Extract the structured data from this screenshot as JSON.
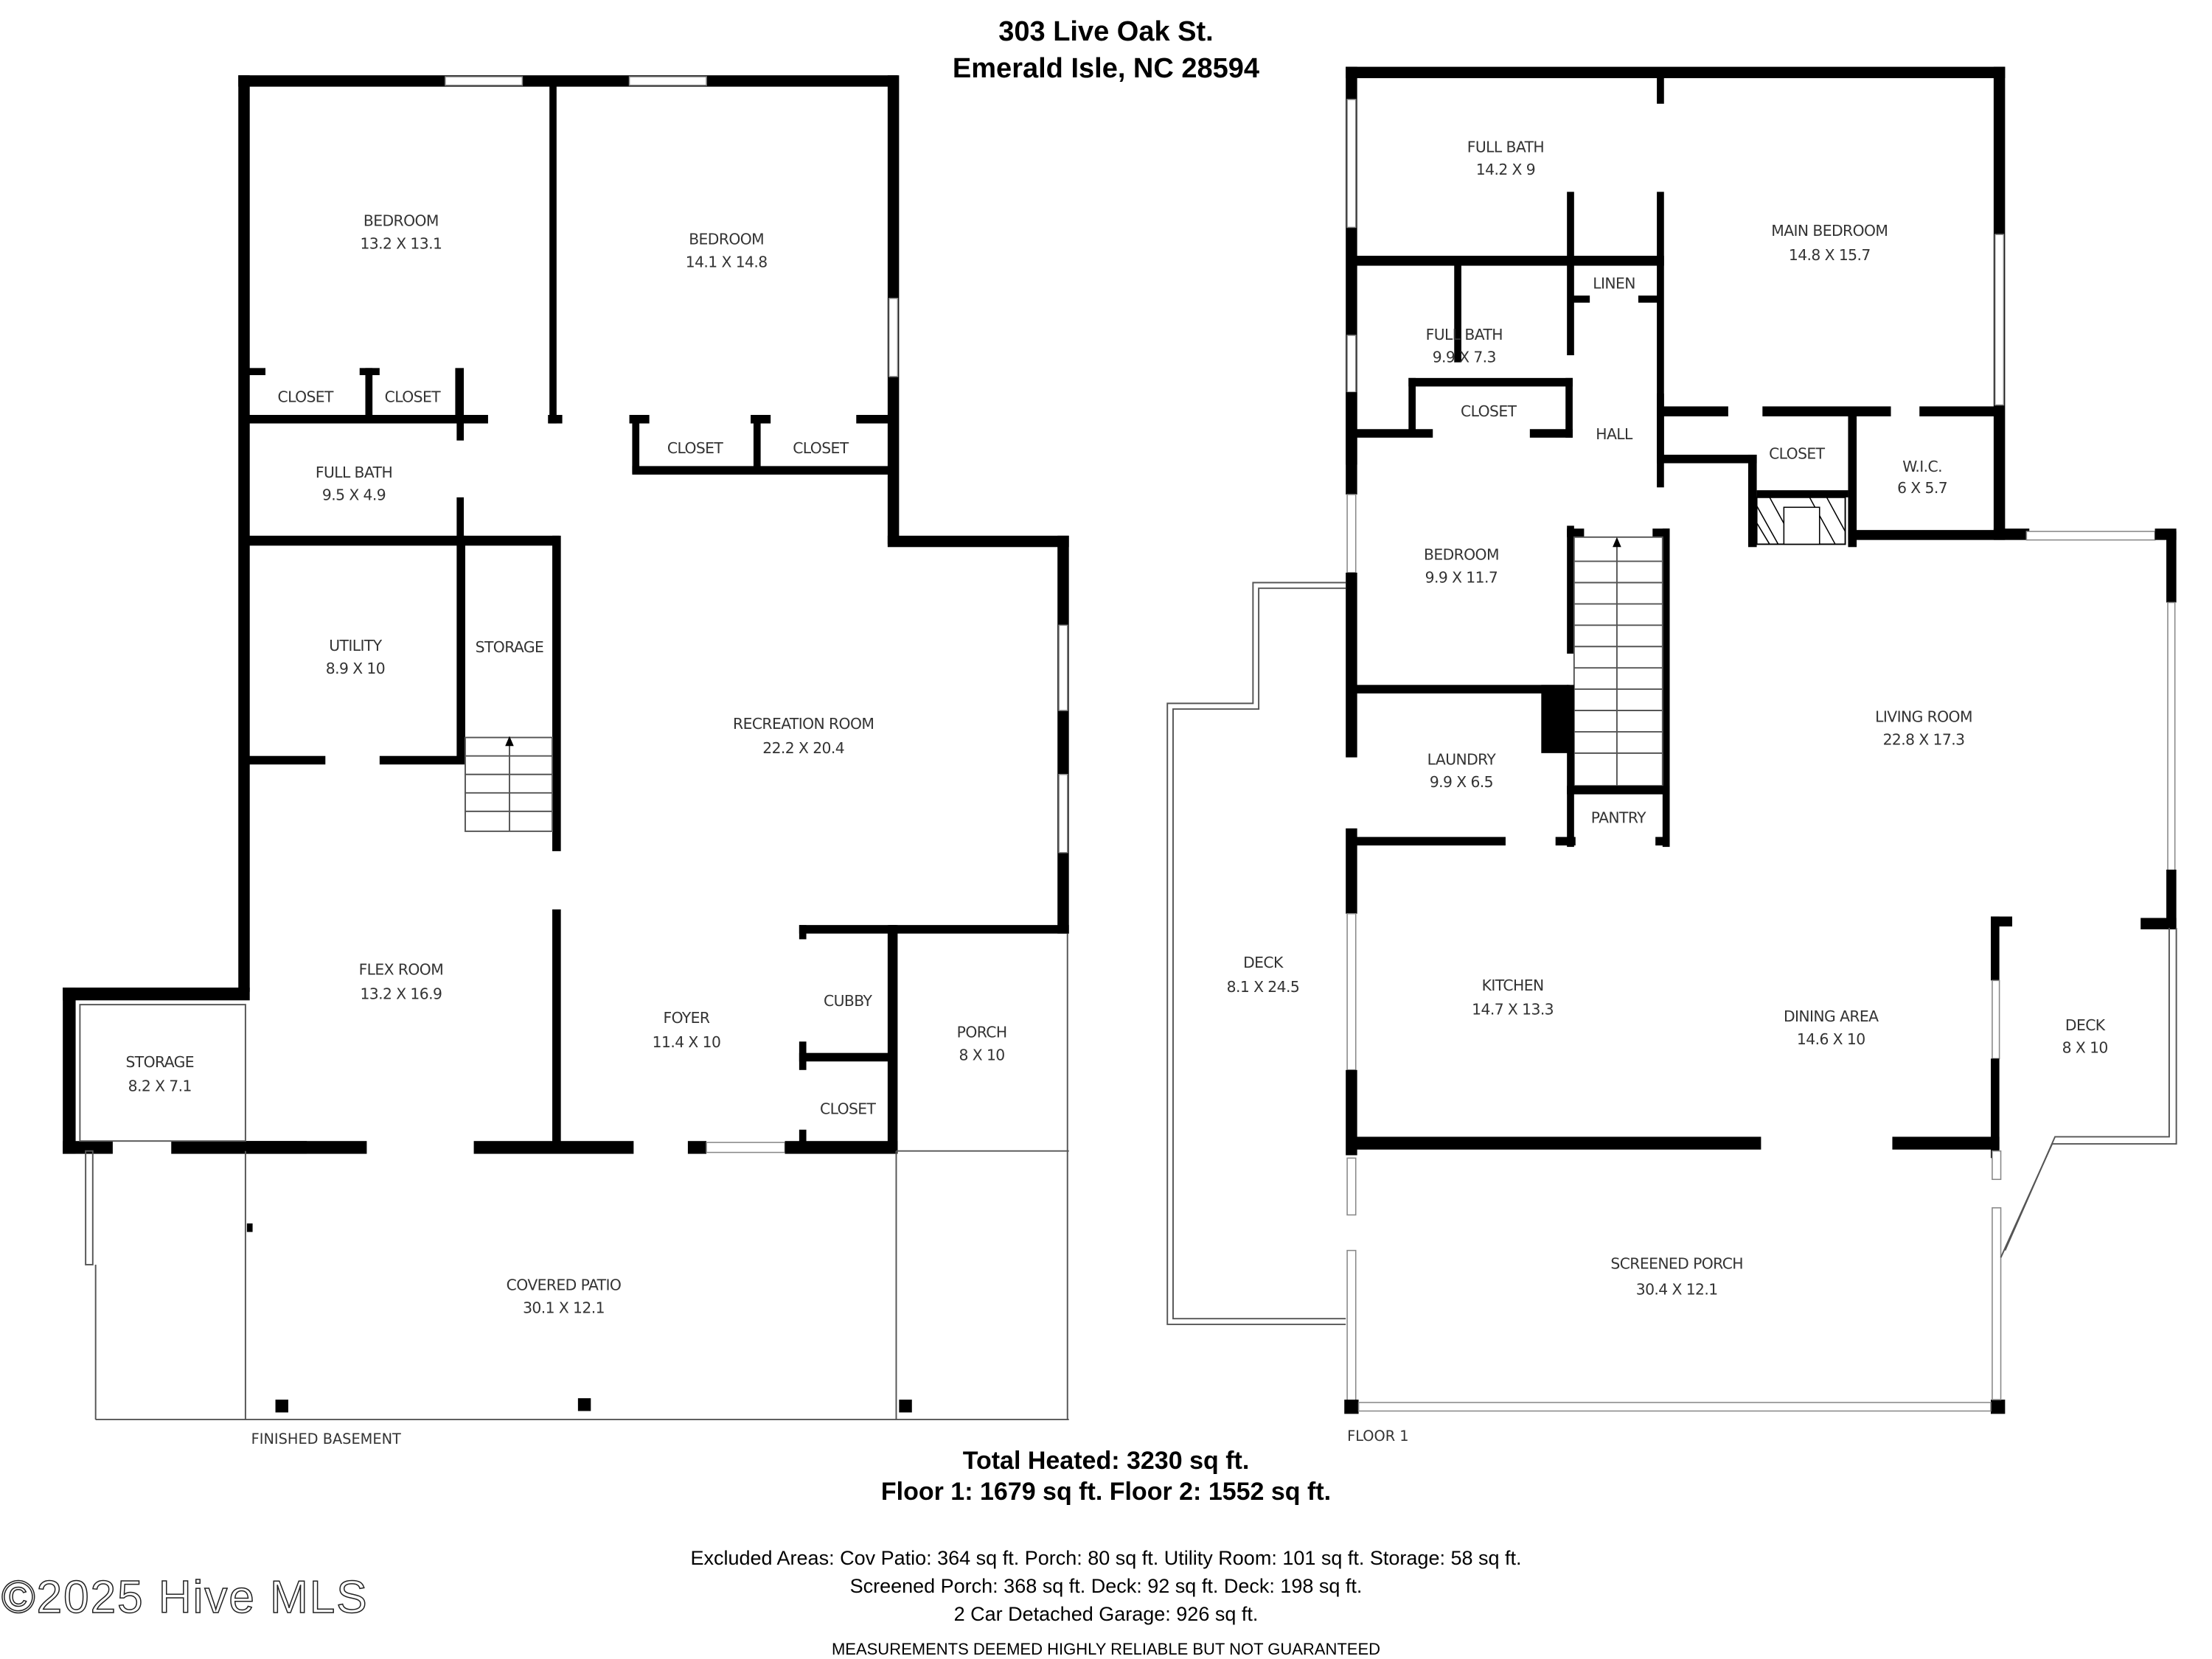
{
  "header": {
    "address_line1": "303 Live Oak St.",
    "address_line2": "Emerald Isle, NC 28594"
  },
  "basement": {
    "label": "FINISHED BASEMENT",
    "rooms": [
      {
        "name": "BEDROOM",
        "dims": "13.2 X 13.1"
      },
      {
        "name": "BEDROOM",
        "dims": "14.1 X 14.8"
      },
      {
        "name": "CLOSET",
        "dims": ""
      },
      {
        "name": "CLOSET",
        "dims": ""
      },
      {
        "name": "CLOSET",
        "dims": ""
      },
      {
        "name": "CLOSET",
        "dims": ""
      },
      {
        "name": "FULL BATH",
        "dims": "9.5 X 4.9"
      },
      {
        "name": "UTILITY",
        "dims": "8.9 X 10"
      },
      {
        "name": "STORAGE",
        "dims": ""
      },
      {
        "name": "RECREATION ROOM",
        "dims": "22.2 X 20.4"
      },
      {
        "name": "FLEX ROOM",
        "dims": "13.2 X 16.9"
      },
      {
        "name": "FOYER",
        "dims": "11.4 X 10"
      },
      {
        "name": "CUBBY",
        "dims": ""
      },
      {
        "name": "CLOSET",
        "dims": ""
      },
      {
        "name": "PORCH",
        "dims": "8 X 10"
      },
      {
        "name": "STORAGE",
        "dims": "8.2 X 7.1"
      },
      {
        "name": "COVERED PATIO",
        "dims": "30.1 X 12.1"
      }
    ]
  },
  "floor1": {
    "label": "FLOOR 1",
    "rooms": [
      {
        "name": "FULL BATH",
        "dims": "14.2 X 9"
      },
      {
        "name": "MAIN BEDROOM",
        "dims": "14.8 X 15.7"
      },
      {
        "name": "LINEN",
        "dims": ""
      },
      {
        "name": "FULL BATH",
        "dims": "9.9 X 7.3"
      },
      {
        "name": "CLOSET",
        "dims": ""
      },
      {
        "name": "HALL",
        "dims": ""
      },
      {
        "name": "CLOSET",
        "dims": ""
      },
      {
        "name": "W.I.C.",
        "dims": "6 X 5.7"
      },
      {
        "name": "BEDROOM",
        "dims": "9.9 X 11.7"
      },
      {
        "name": "LIVING ROOM",
        "dims": "22.8 X 17.3"
      },
      {
        "name": "LAUNDRY",
        "dims": "9.9 X 6.5"
      },
      {
        "name": "PANTRY",
        "dims": ""
      },
      {
        "name": "DECK",
        "dims": "8.1 X 24.5"
      },
      {
        "name": "KITCHEN",
        "dims": "14.7 X 13.3"
      },
      {
        "name": "DINING AREA",
        "dims": "14.6 X 10"
      },
      {
        "name": "DECK",
        "dims": "8 X 10"
      },
      {
        "name": "SCREENED PORCH",
        "dims": "30.4 X 12.1"
      }
    ]
  },
  "summary": {
    "total_heated": "Total Heated: 3230 sq ft.",
    "floor_totals": "Floor 1: 1679 sq ft. Floor 2: 1552 sq ft.",
    "excluded_line1": "Excluded Areas: Cov Patio: 364 sq ft. Porch: 80 sq ft. Utility Room: 101 sq ft. Storage: 58 sq ft.",
    "excluded_line2": "Screened Porch: 368 sq ft. Deck: 92 sq ft. Deck: 198 sq ft.",
    "excluded_line3": "2 Car Detached Garage: 926 sq ft.",
    "disclaimer": "MEASUREMENTS DEEMED HIGHLY RELIABLE BUT NOT GUARANTEED"
  },
  "watermark": "©2025 Hive MLS",
  "colors": {
    "wall": "#000000",
    "background": "#ffffff",
    "label": "#333333"
  }
}
